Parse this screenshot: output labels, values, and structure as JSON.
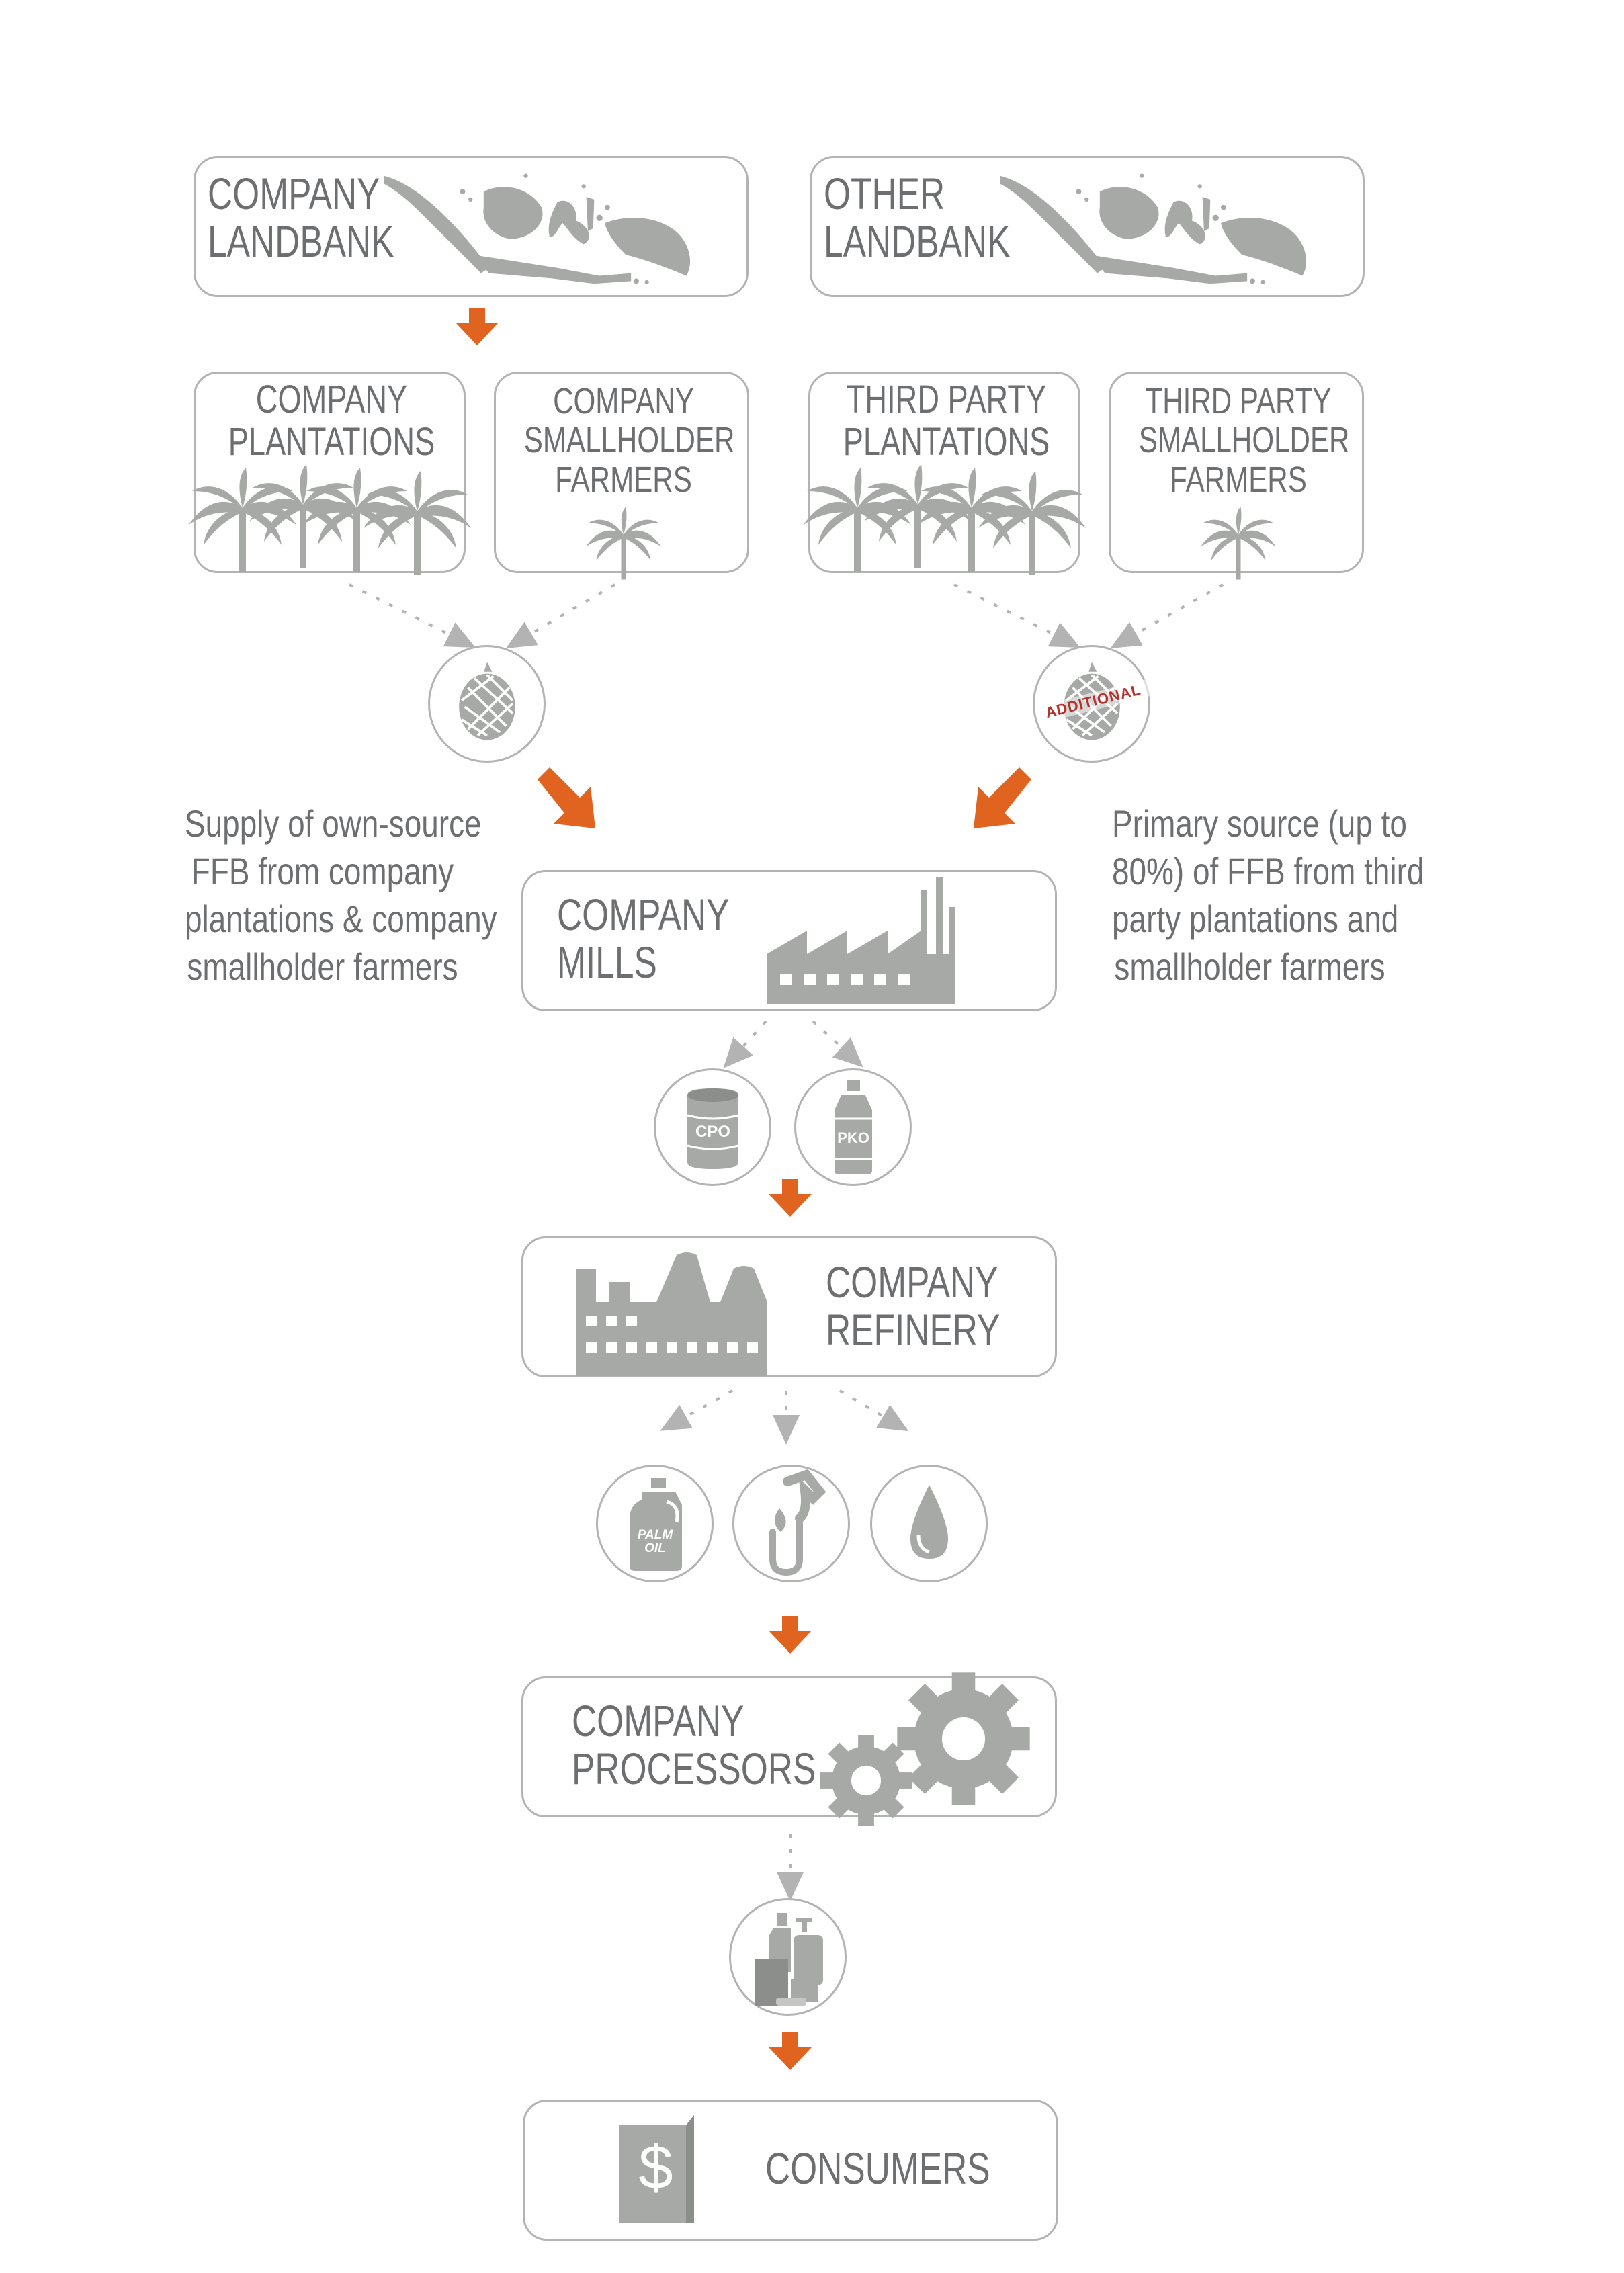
{
  "colors": {
    "box_border": "#b3b3b3",
    "icon_grey": "#a7a9a6",
    "text_grey": "#6d6e70",
    "arrow_orange": "#e06320",
    "stamp_red": "#b5312b"
  },
  "landbank": {
    "company": [
      "COMPANY",
      "LANDBANK"
    ],
    "other": [
      "OTHER",
      "LANDBANK"
    ]
  },
  "sources": {
    "company_plantations": [
      "COMPANY",
      "PLANTATIONS"
    ],
    "company_smallholders": [
      "COMPANY",
      "SMALLHOLDER",
      "FARMERS"
    ],
    "third_party_plantations": [
      "THIRD PARTY",
      "PLANTATIONS"
    ],
    "third_party_smallholders": [
      "THIRD PARTY",
      "SMALLHOLDER",
      "FARMERS"
    ]
  },
  "ffb": {
    "stamp": "ADDITIONAL"
  },
  "notes": {
    "left": [
      "Supply of own-source",
      "FFB  from company",
      "plantations &  company",
      "smallholder farmers"
    ],
    "right": [
      "Primary source (up to",
      "80%) of FFB  from third",
      "party plantations and",
      "smallholder farmers"
    ]
  },
  "mills": [
    "COMPANY",
    "MILLS"
  ],
  "mill_products": {
    "cpo": "CPO",
    "pko": "PKO"
  },
  "refinery": [
    "COMPANY",
    "REFINERY"
  ],
  "refinery_products": {
    "palm_oil": [
      "PALM",
      "OIL"
    ],
    "biofuel": "biofuel-pump-icon",
    "oil_drop": "oil-drop-icon"
  },
  "processors": [
    "COMPANY",
    "PROCESSORS"
  ],
  "consumers": {
    "label": "CONSUMERS",
    "symbol": "$"
  }
}
